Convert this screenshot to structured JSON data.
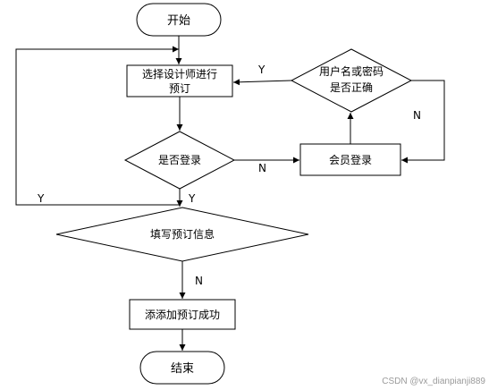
{
  "diagram": {
    "nodes": {
      "start": "开始",
      "select_designer": [
        "选择设计师进行",
        "预订"
      ],
      "is_logged_in": "是否登录",
      "member_login": "会员登录",
      "credentials_check": [
        "用户名或密码",
        "是否正确"
      ],
      "fill_info": "填写预订信息",
      "add_success": "添添加预订成功",
      "end": "结束"
    },
    "edge_labels": {
      "credentials_yes": "Y",
      "credentials_no": "N",
      "login_no": "N",
      "login_yes_loop": "Y",
      "login_yes": "Y",
      "fill_no": "N"
    }
  },
  "watermark": "CSDN @vx_dianpianji889"
}
